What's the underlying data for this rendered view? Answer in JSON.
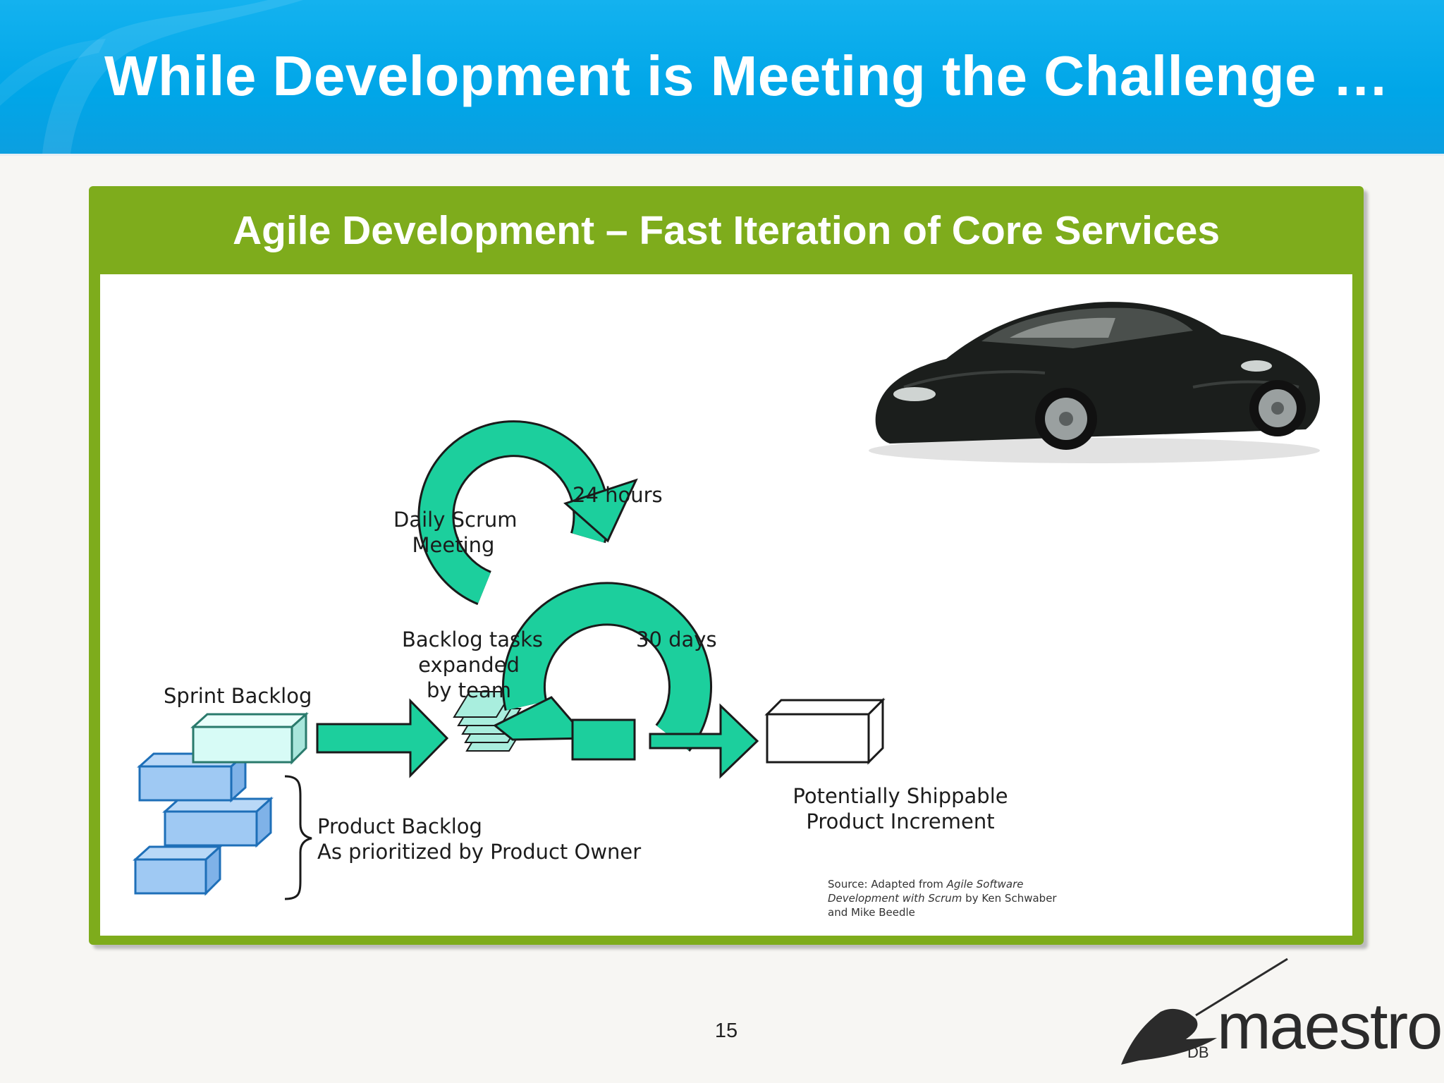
{
  "slide": {
    "title": "While Development is Meeting the Challenge …",
    "page_number": "15"
  },
  "panel": {
    "title": "Agile Development – Fast Iteration of Core Services"
  },
  "diagram": {
    "labels": {
      "daily_scrum_line1": "Daily Scrum",
      "daily_scrum_line2": "Meeting",
      "hours": "24 hours",
      "days": "30 days",
      "backlog_tasks_line1": "Backlog tasks",
      "backlog_tasks_line2": "expanded",
      "backlog_tasks_line3": "by team",
      "sprint_backlog": "Sprint Backlog",
      "product_backlog_line1": "Product Backlog",
      "product_backlog_line2": "As prioritized by Product Owner",
      "increment_line1": "Potentially Shippable",
      "increment_line2": "Product Increment"
    },
    "source": {
      "prefix": "Source: Adapted from ",
      "book_title": "Agile Software Development with Scrum",
      "suffix": " by Ken Schwaber and Mike Beedle"
    },
    "colors": {
      "cycle": "#1ccf9d",
      "backlog_blue": "#9fc9f3",
      "sprint_cyan": "#d7fbf6",
      "outline": "#1a1a1a"
    }
  },
  "logo": {
    "db": "DB",
    "word": "maestro"
  },
  "colors": {
    "header_blue": "#00a6e8",
    "panel_green": "#7eac1c"
  }
}
